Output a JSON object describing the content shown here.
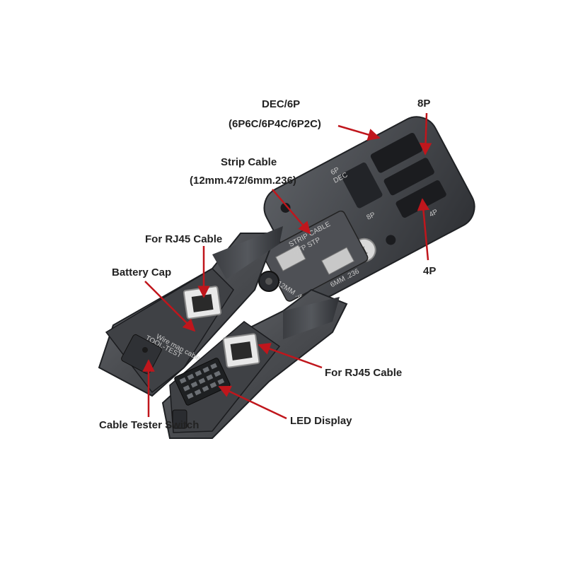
{
  "labels": {
    "dec_6p_title": "DEC/6P",
    "dec_6p_sub": "(6P6C/6P4C/6P2C)",
    "p8": "8P",
    "strip_title": "Strip Cable",
    "strip_sub": "(12mm.472/6mm.236)",
    "rj45_top": "For RJ45 Cable",
    "battery_cap": "Battery Cap",
    "p4": "4P",
    "rj45_mid": "For RJ45 Cable",
    "led_display": "LED Display",
    "tester_switch": "Cable Tester Switch"
  },
  "engraving": {
    "dec_6p": "6P",
    "dec": "DEC",
    "p8": "8P",
    "p4": "4P",
    "strip": "STRIP CABLE",
    "utp_stp": "UTP STP",
    "mm12": "12MM .472",
    "mm6": "6MM .236",
    "tool_test": "TOOL-TEST",
    "wire_map": "Wire map cable tester"
  },
  "colors": {
    "annotation_red": "#c0161c",
    "tool_body": "#4a4c50",
    "tool_dark": "#2e3034",
    "led_panel": "#1e2022"
  }
}
